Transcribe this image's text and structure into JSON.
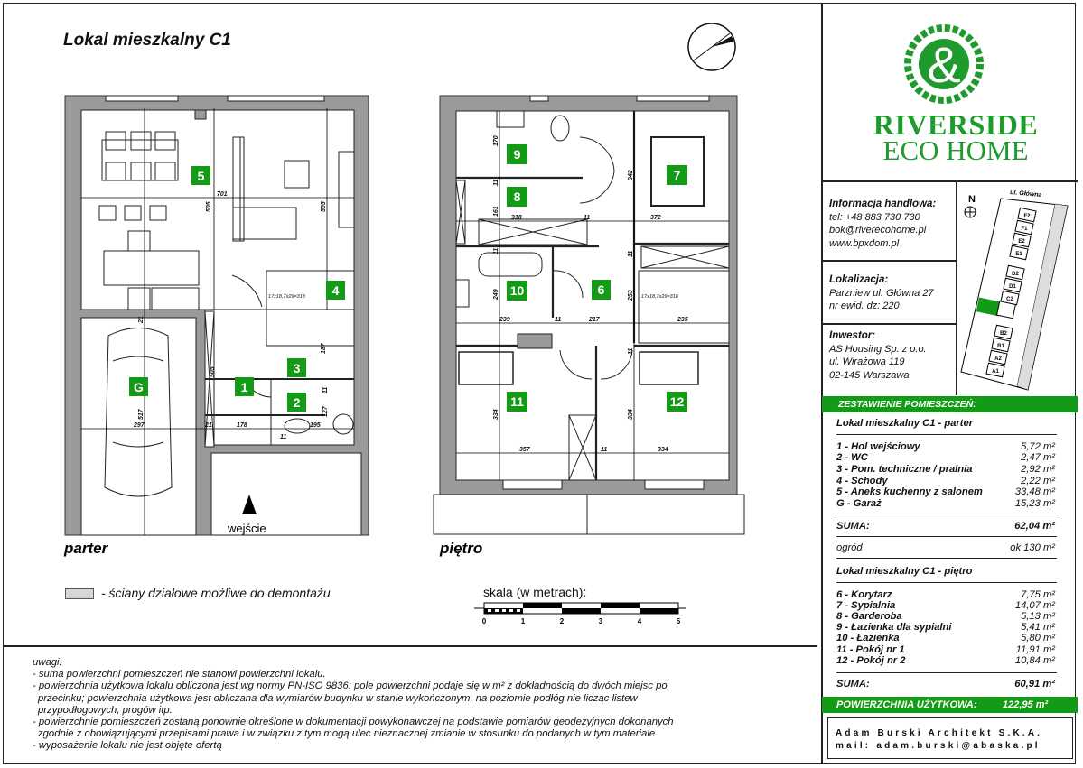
{
  "title": "Lokal mieszkalny C1",
  "plans": {
    "parter_label": "parter",
    "pietro_label": "piętro",
    "entrance_label": "wejście",
    "parter_rooms": [
      "5",
      "G",
      "1",
      "2",
      "3",
      "4"
    ],
    "pietro_rooms": [
      "9",
      "8",
      "7",
      "10",
      "6",
      "11",
      "12"
    ],
    "parter_dims": [
      "701",
      "505",
      "505",
      "517",
      "297",
      "21",
      "178",
      "195",
      "21",
      "11",
      "187",
      "127",
      "11",
      "505",
      "17x18,7x29=318"
    ],
    "pietro_dims": [
      "170",
      "11",
      "161",
      "318",
      "11",
      "372",
      "342",
      "11",
      "249",
      "239",
      "11",
      "217",
      "253",
      "235",
      "11",
      "11",
      "334",
      "357",
      "11",
      "334",
      "334",
      "17x18,7x29=318"
    ],
    "room_label_color": "#139a16"
  },
  "legend": {
    "text": "- ściany działowe możliwe do demontażu"
  },
  "scale": {
    "title": "skala (w metrach):",
    "ticks": [
      "0",
      "1",
      "2",
      "3",
      "4",
      "5"
    ]
  },
  "notes": {
    "heading": "uwagi:",
    "lines": [
      "- suma powierzchni pomieszczeń nie stanowi powierzchni lokalu.",
      "- powierzchnia użytkowa lokalu obliczona jest wg normy PN-ISO 9836: pole powierzchni podaje się w m² z dokładnością do dwóch miejsc po",
      "  przecinku; powierzchnia użytkowa jest obliczana dla wymiarów budynku w stanie wykończonym, na poziomie podłóg nie licząc listew",
      "  przypodłogowych, progów itp.",
      "- powierzchnie pomieszczeń zostaną ponownie określone w dokumentacji powykonawczej na podstawie pomiarów geodezyjnych dokonanych",
      "  zgodnie z obowiązującymi przepisami prawa i w związku z tym mogą ulec nieznacznej zmianie w stosunku do podanych w tym materiale",
      "- wyposażenie lokalu nie jest objęte ofertą"
    ]
  },
  "logo": {
    "line1": "RIVERSIDE",
    "line2": "ECO HOME",
    "color": "#1f9a2c"
  },
  "info": {
    "sales_heading": "Informacja handlowa:",
    "phone": "tel: +48 883 730 730",
    "email": "bok@riverecohome.pl",
    "web": "www.bpxdom.pl",
    "location_heading": "Lokalizacja:",
    "address": "Parzniew ul. Główna 27",
    "plot": "nr ewid. dz: 220",
    "investor_heading": "Inwestor:",
    "investor_name": "AS Housing Sp. z o.o.",
    "investor_street": "ul. Wirażowa 119",
    "investor_city": "02-145 Warszawa"
  },
  "site_map": {
    "street": "ul. Główna",
    "north": "N",
    "units": [
      "F2",
      "F1",
      "E2",
      "E1",
      "D2",
      "D1",
      "C2",
      "B2",
      "B1",
      "A2",
      "A1"
    ],
    "highlight": "C1",
    "highlight_color": "#139a16"
  },
  "summary": {
    "header": "ZESTAWIENIE POMIESZCZEŃ:",
    "ground": {
      "title": "Lokal mieszkalny C1 - parter",
      "rooms": [
        {
          "label": "1   - Hol wejściowy",
          "area": "5,72 m²"
        },
        {
          "label": "2   - WC",
          "area": "2,47 m²"
        },
        {
          "label": "3   - Pom. techniczne / pralnia",
          "area": "2,92 m²"
        },
        {
          "label": "4   - Schody",
          "area": "2,22 m²"
        },
        {
          "label": "5   - Aneks kuchenny z salonem",
          "area": "33,48 m²"
        },
        {
          "label": "G  - Garaż",
          "area": "15,23 m²"
        }
      ],
      "sum_label": "SUMA:",
      "sum": "62,04 m²",
      "garden_label": "ogród",
      "garden": "ok 130 m²"
    },
    "upper": {
      "title": "Lokal mieszkalny C1 - piętro",
      "rooms": [
        {
          "label": "6   - Korytarz",
          "area": "7,75 m²"
        },
        {
          "label": "7   - Sypialnia",
          "area": "14,07 m²"
        },
        {
          "label": "8   - Garderoba",
          "area": "5,13 m²"
        },
        {
          "label": "9   - Łazienka dla sypialni",
          "area": "5,41 m²"
        },
        {
          "label": "10 - Łazienka",
          "area": "5,80 m²"
        },
        {
          "label": "11 - Pokój nr 1",
          "area": "11,91 m²"
        },
        {
          "label": "12 - Pokój nr 2",
          "area": "10,84 m²"
        }
      ],
      "sum_label": "SUMA:",
      "sum": "60,91 m²"
    },
    "total_label": "POWIERZCHNIA UŻYTKOWA:",
    "total": "122,95 m²"
  },
  "architect": {
    "name": "Adam Burski Architekt S.K.A.",
    "mail": "mail: adam.burski@abaska.pl"
  }
}
